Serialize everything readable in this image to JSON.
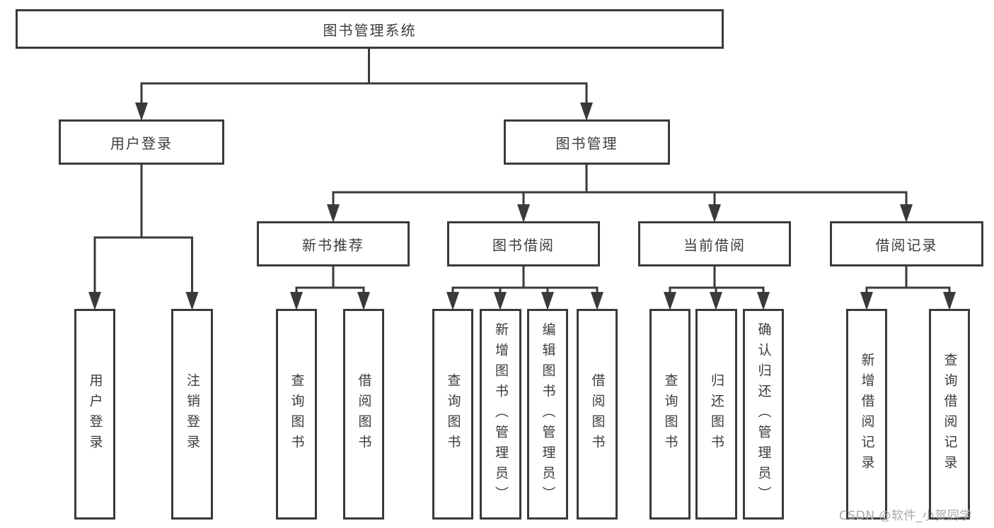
{
  "diagram": {
    "root": {
      "label": "图书管理系统"
    },
    "login": {
      "label": "用户登录",
      "leaves": [
        "用户登录",
        "注销登录"
      ]
    },
    "manage": {
      "label": "图书管理"
    },
    "sections": [
      {
        "label": "新书推荐",
        "leaves": [
          "查询图书",
          "借阅图书"
        ]
      },
      {
        "label": "图书借阅",
        "leaves": [
          "查询图书",
          "新增图书（管理员）",
          "编辑图书（管理员）",
          "借阅图书"
        ]
      },
      {
        "label": "当前借阅",
        "leaves": [
          "查询图书",
          "归还图书",
          "确认归还（管理员）"
        ]
      },
      {
        "label": "借阅记录",
        "leaves": [
          "新增借阅记录",
          "查询借阅记录"
        ]
      }
    ],
    "colors": {
      "line": "#3a3a3a",
      "box_background": "#ffffff",
      "text": "#3c3c3c",
      "watermark": "#a8a8a8"
    },
    "watermark": "CSDN @软件_小贺同学"
  }
}
